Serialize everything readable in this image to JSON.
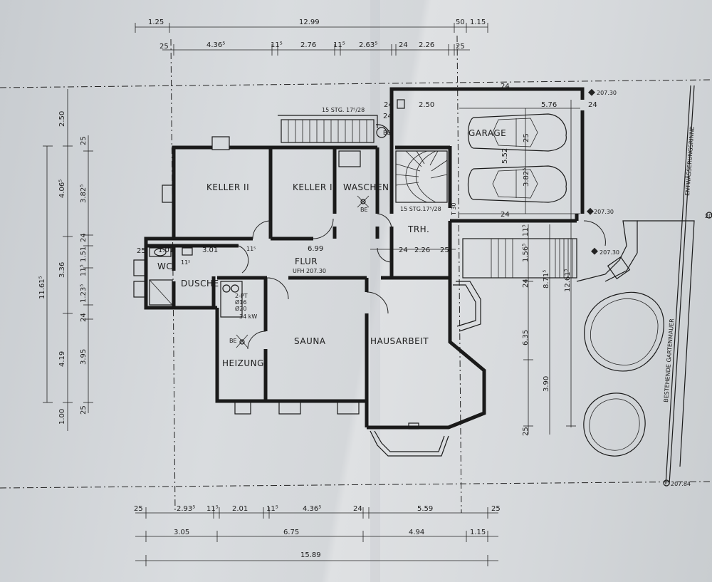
{
  "rooms": {
    "keller2": "KELLER II",
    "keller1": "KELLER I",
    "waschen": "WASCHEN",
    "wc": "WC",
    "dusche": "DUSCHE",
    "flur": "FLUR",
    "flur_ufh": "UFH  207.30",
    "sauna": "SAUNA",
    "heizung": "HEIZUNG",
    "hausarbeit": "HAUSARBEIT",
    "garage": "GARAGE",
    "trh": "TRH."
  },
  "annotations": {
    "be": "BE",
    "stair_top": "15 STG. 17⁵/28",
    "stair_mid": "15 STG.17⁵/28",
    "t30": "T 30",
    "boiler1": "2-PT",
    "boiler2": "Ø16",
    "boiler3": "Ø20",
    "boiler4": "34 kW",
    "entwaesserung": "ENTWÄSSERUNGSRINNE",
    "gartenmauer": "BESTEHENDE GARTENMAUER"
  },
  "levels": {
    "l1": "207.30",
    "l2": "207.30",
    "l3": "207.30",
    "l4": "207.84",
    "l5": "207.30"
  },
  "dims_top": {
    "a": "1.25",
    "b": "12.99",
    "c": "50",
    "d": "1.15",
    "e": "25",
    "f": "4.36⁵",
    "g": "11⁵",
    "h": "2.76",
    "i": "11⁵",
    "j": "2.63⁵",
    "k": "24",
    "l": "2.26",
    "m": "25"
  },
  "dims_bottom": {
    "a": "25",
    "b": "2.93⁵",
    "c": "11⁵",
    "d": "2.01",
    "e": "11⁵",
    "f": "4.36⁵",
    "g": "24",
    "h": "5.59",
    "i": "25",
    "j": "3.05",
    "k": "6.75",
    "l": "4.94",
    "m": "1.15",
    "total": "15.89"
  },
  "dims_left": {
    "a": "2.50",
    "b": "4.06⁵",
    "c": "25",
    "d": "3.82⁵",
    "e": "24",
    "f": "3.36",
    "g": "1.51",
    "h": "11⁵",
    "i": "11.61⁵",
    "j": "1.23⁵",
    "k": "24",
    "l": "4.19",
    "m": "3.95",
    "n": "1.00",
    "o": "25"
  },
  "dims_inner": {
    "keller_top": "24",
    "flur_w": "6.99",
    "wc_w": "3.01",
    "wc_a": "25",
    "wc_b": "1.01",
    "wc_c": "11⁵",
    "flur_c": "11⁵",
    "trh_a": "24",
    "trh_b": "2.26",
    "trh_c": "25",
    "garage_a": "24",
    "garage_b": "2.50",
    "garage_c": "5.76",
    "garage_d": "24",
    "garage_e": "24",
    "garage_f": "24",
    "garage_g": "5.52",
    "garage_h": "3.82⁵",
    "garage_i": "25",
    "garage_j": "24"
  },
  "dims_right": {
    "a": "11⁵",
    "b": "1.56⁵",
    "c": "24",
    "d": "8.71⁵",
    "e": "12.61⁵",
    "f": "6.35",
    "g": "3.90",
    "h": "25"
  }
}
